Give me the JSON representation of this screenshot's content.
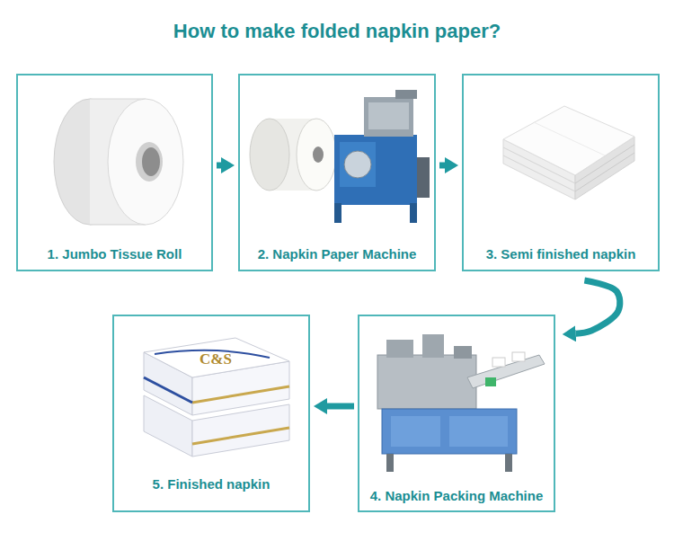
{
  "diagram": {
    "title": "How to make folded napkin paper?",
    "nodes": [
      {
        "text": [
          "1. Jumbo Tissue Roll"
        ]
      },
      {
        "text": [
          "2. Napkin Paper Machine"
        ]
      },
      {
        "text": [
          "3. Semi finished napkin"
        ]
      },
      {
        "text": [
          "4. Napkin Packing Machine"
        ]
      },
      {
        "text": [
          "5. Finished napkin"
        ]
      }
    ],
    "edges": [
      {
        "from": 0,
        "to": 1,
        "arrow": "to"
      },
      {
        "from": 1,
        "to": 2,
        "arrow": "to"
      },
      {
        "from": 2,
        "to": 3,
        "arrow": "to"
      },
      {
        "from": 3,
        "to": 4,
        "arrow": "to"
      }
    ],
    "labels": [
      "C&S"
    ]
  }
}
